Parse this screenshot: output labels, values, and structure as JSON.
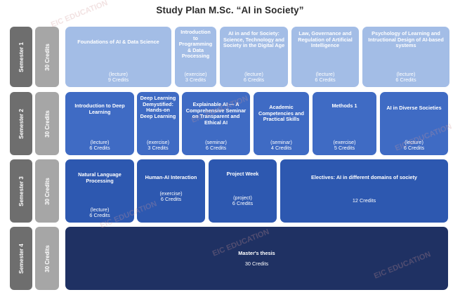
{
  "title": "Study Plan M.Sc. “AI in Society”",
  "watermark": "EIC EDUCATION",
  "colors": {
    "semester1": "#a3bde6",
    "semester2": "#3f6bc4",
    "semester3": "#2d58b0",
    "semester4": "#1f3163",
    "label_dark": "#6e6e6e",
    "label_light": "#a6a6a6"
  },
  "semesters": [
    {
      "label": "Semester 1",
      "credits": "30 Credits",
      "modules": [
        {
          "name": "Foundations of AI & Data Science",
          "type": "(lecture)",
          "credits": "9 Credits"
        },
        {
          "name": "Introduction to Programming & Data Processing",
          "type": "(exercise)",
          "credits": "3 Credits"
        },
        {
          "name": "AI in and for Society: Science, Technology and Society in the Digital Age",
          "type": "(lecture)",
          "credits": "6 Credits"
        },
        {
          "name": "Law, Governance and Regulation of Artificial Intelligence",
          "type": "(lecture)",
          "credits": "6 Credits"
        },
        {
          "name": "Psychology of Learning and Intructional Design of AI-based systems",
          "type": "(lecture)",
          "credits": "6 Credits"
        }
      ]
    },
    {
      "label": "Semester 2",
      "credits": "30 Credits",
      "modules": [
        {
          "name": "Introduction to Deep Learning",
          "type": "(lecture)",
          "credits": "6 Credits"
        },
        {
          "name": "Deep Learning Demystified: Hands-on Deep Learning",
          "type": "(exercise)",
          "credits": "3 Credits"
        },
        {
          "name": "Explainable AI — A Comprehensive Seminar on Transparent and Ethical AI",
          "type": "(seminar)",
          "credits": "6 Credits"
        },
        {
          "name": "Academic Competencies and Practical Skills",
          "type": "(seminar)",
          "credits": "4 Credits"
        },
        {
          "name": "Methods 1",
          "type": "(exercise)",
          "credits": "5 Credits"
        },
        {
          "name": "AI in Diverse Societies",
          "type": "(lecture)",
          "credits": "6 Credits"
        }
      ]
    },
    {
      "label": "Semester 3",
      "credits": "30 Credits",
      "modules": [
        {
          "name": "Natural Language Processing",
          "type": "(lecture)",
          "credits": "6 Credits"
        },
        {
          "name": "Human-AI Interaction",
          "type": "(exercise)",
          "credits": "6 Credits"
        },
        {
          "name": "Project Week",
          "type": "(project)",
          "credits": "6 Credits"
        },
        {
          "name": "Electives: AI in different domains of society",
          "type": "",
          "credits": "12 Credits"
        }
      ]
    },
    {
      "label": "Semester 4",
      "credits": "30 Credits",
      "modules": [
        {
          "name": "Master's thesis",
          "type": "",
          "credits": "30 Credits"
        }
      ]
    }
  ]
}
